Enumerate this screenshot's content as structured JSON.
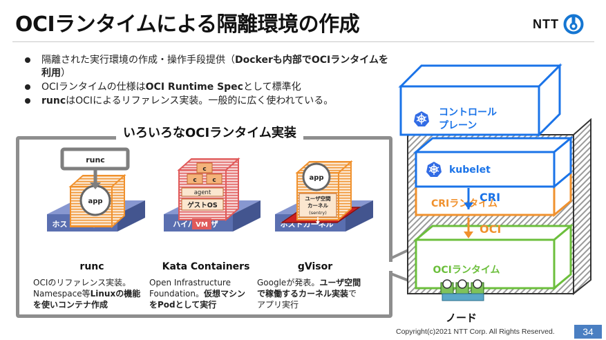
{
  "header": {
    "title": "OCIランタイムによる隔離環境の作成",
    "logo_text": "NTT"
  },
  "bullets": [
    {
      "parts": [
        {
          "t": "隔離された実行環境の作成・操作手段提供（",
          "b": false
        },
        {
          "t": "Dockerも内部でOCIランタイムを利用",
          "b": true
        },
        {
          "t": "）",
          "b": false
        }
      ]
    },
    {
      "parts": [
        {
          "t": "OCIランタイムの仕様は",
          "b": false
        },
        {
          "t": "OCI Runtime Spec",
          "b": true
        },
        {
          "t": "として標準化",
          "b": false
        }
      ]
    },
    {
      "parts": [
        {
          "t": "runc",
          "b": true
        },
        {
          "t": "はOCIによるリファレンス実装。一般的に広く使われている。",
          "b": false
        }
      ]
    }
  ],
  "panel": {
    "title": "いろいろなOCIランタイム実装",
    "columns": [
      {
        "name": "runc",
        "box_label": "runc",
        "app_label": "app",
        "base_label": "ホストカーネル",
        "desc_parts": [
          {
            "t": "OCIのリファレンス実装。Namespace等",
            "b": false
          },
          {
            "t": "Linuxの機能を使いコンテナ作成",
            "b": true
          }
        ]
      },
      {
        "name": "Kata Containers",
        "c_labels": [
          "c",
          "c",
          "c"
        ],
        "agent_label": "agent",
        "guest_os_label": "ゲストOS",
        "vm_label": "VM",
        "base_label": "ハイパバイザ",
        "desc_parts": [
          {
            "t": "Open Infrastructure Foundation。",
            "b": false
          },
          {
            "t": "仮想マシンをPodとして実行",
            "b": true
          }
        ]
      },
      {
        "name": "gVisor",
        "app_label": "app",
        "user_kernel_line1": "ユーザ空間",
        "user_kernel_line2": "カーネル",
        "sentry_label": "(sentry)",
        "base_label": "ホストカーネル",
        "desc_parts": [
          {
            "t": "Googleが発表。",
            "b": false
          },
          {
            "t": "ユーザ空間で稼働するカーネル実装",
            "b": true
          },
          {
            "t": "でアプリ実行",
            "b": false
          }
        ]
      }
    ]
  },
  "stack": {
    "control_plane_line1": "コントロール",
    "control_plane_line2": "プレーン",
    "kubelet": "kubelet",
    "cri": "CRI",
    "cri_runtime": "CRIランタイム",
    "oci": "OCI",
    "oci_runtime": "OCIランタイム",
    "node": "ノード"
  },
  "footer": {
    "copyright": "Copyright(c)2021 NTT Corp. All Rights Reserved.",
    "page": "34"
  },
  "colors": {
    "blue": "#1a73e8",
    "orange": "#f0912d",
    "green": "#6cbf3c",
    "kernel": "#5a6fb0",
    "vm_red": "#e05a5a"
  }
}
